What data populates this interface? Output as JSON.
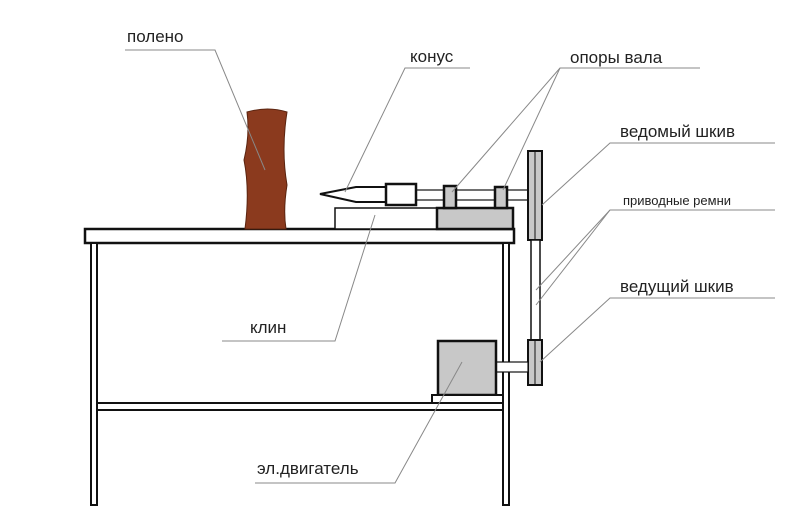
{
  "labels": {
    "log": "полено",
    "cone": "конус",
    "shaft_supports": "опоры вала",
    "driven_pulley": "ведомый шкив",
    "drive_belts": "приводные ремни",
    "drive_pulley": "ведущий шкив",
    "wedge": "клин",
    "motor": "эл.двигатель"
  },
  "colors": {
    "log": "#8b3a1e",
    "gray_part": "#c8c8c8",
    "line": "#111111"
  }
}
